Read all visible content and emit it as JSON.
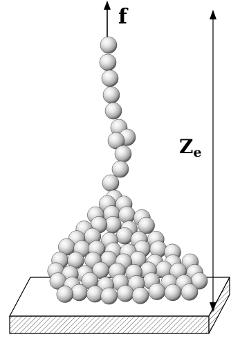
{
  "labels": {
    "force": "f",
    "height_main": "Z",
    "height_sub": "e"
  },
  "colors": {
    "bead_light": "#ffffff",
    "bead_mid": "#c8c8c8",
    "bead_dark": "#4a4a4a",
    "substrate_line": "#000000",
    "arrow": "#000000"
  }
}
